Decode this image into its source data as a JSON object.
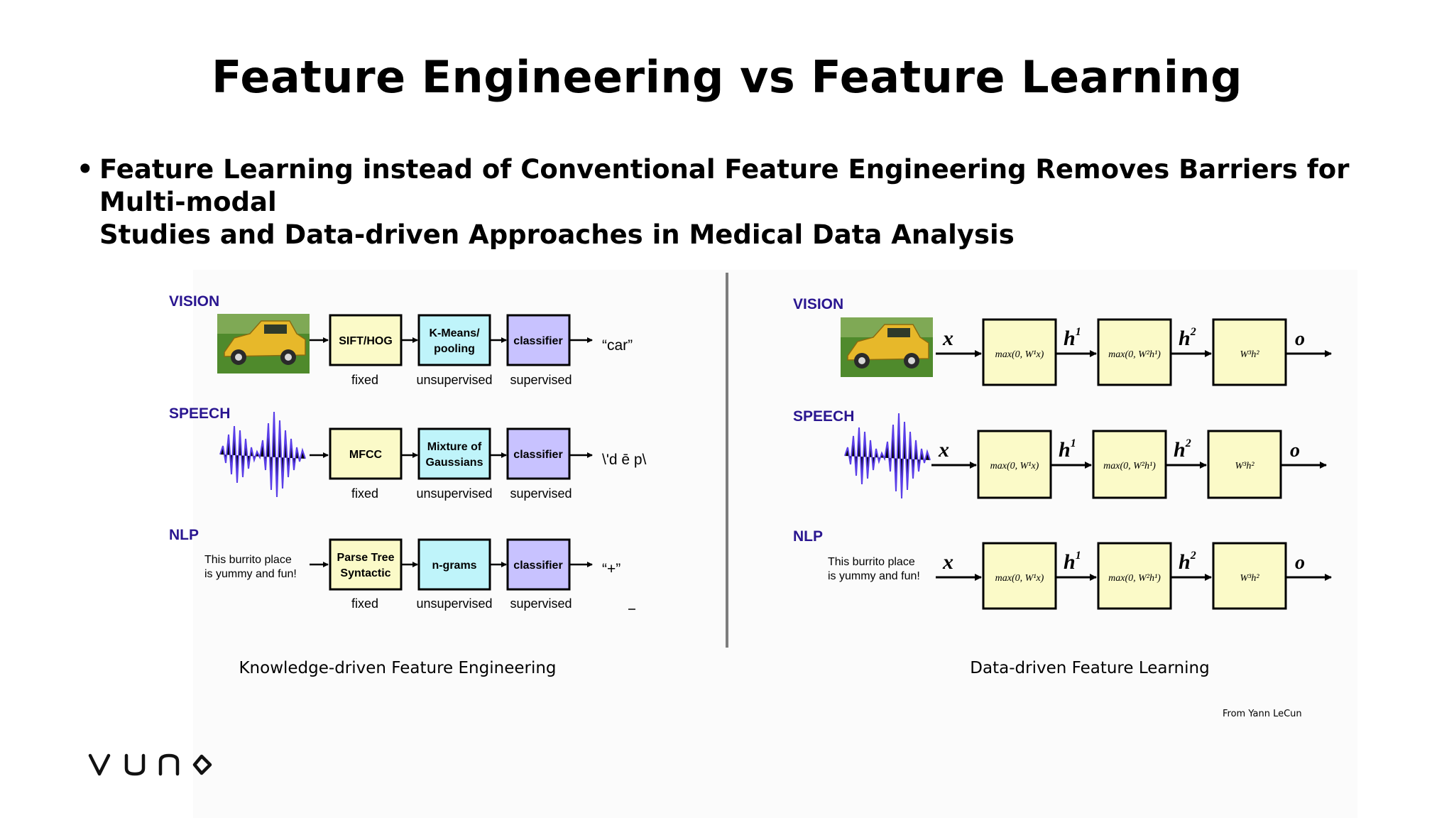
{
  "slide": {
    "title": "Feature Engineering vs Feature Learning",
    "bullet_marker": "•",
    "bullet_line1": "Feature Learning instead of Conventional Feature Engineering Removes Barriers for Multi-modal",
    "bullet_line2": "Studies and Data-driven Approaches in Medical Data Analysis",
    "credit": "From Yann LeCun",
    "logo": "vuno-logo"
  },
  "left": {
    "caption": "Knowledge-driven Feature Engineering",
    "vision": {
      "label": "VISION",
      "box1": "SIFT/HOG",
      "box2_line1": "K-Means/",
      "box2_line2": "pooling",
      "box3": "classifier",
      "output": "“car”",
      "sub1": "fixed",
      "sub2": "unsupervised",
      "sub3": "supervised"
    },
    "speech": {
      "label": "SPEECH",
      "box1": "MFCC",
      "box2_line1": "Mixture of",
      "box2_line2": "Gaussians",
      "box3": "classifier",
      "output": "\\'d ē p\\",
      "sub1": "fixed",
      "sub2": "unsupervised",
      "sub3": "supervised"
    },
    "nlp": {
      "label": "NLP",
      "input_line1": "This burrito place",
      "input_line2": "is yummy and fun!",
      "box1_line1": "Parse Tree",
      "box1_line2": "Syntactic",
      "box2": "n-grams",
      "box3": "classifier",
      "output": "“+”",
      "sub1": "fixed",
      "sub2": "unsupervised",
      "sub3": "supervised"
    }
  },
  "right": {
    "caption": "Data-driven Feature Learning",
    "vision_label": "VISION",
    "speech_label": "SPEECH",
    "nlp_label": "NLP",
    "nlp_input_line1": "This burrito place",
    "nlp_input_line2": "is yummy and fun!",
    "x": "x",
    "h": "h",
    "sup1": "1",
    "sup2": "2",
    "o": "o",
    "layer1": "max(0, W¹x)",
    "layer2": "max(0, W²h¹)",
    "layer3": "W³h²"
  },
  "colors": {
    "label_blue": "#2a1690",
    "box_yellow": "#fbfac8",
    "box_cyan": "#bff4fa",
    "box_purple": "#c8c2ff",
    "wave": "#5a3ee8",
    "divider": "#7d7d7d"
  }
}
